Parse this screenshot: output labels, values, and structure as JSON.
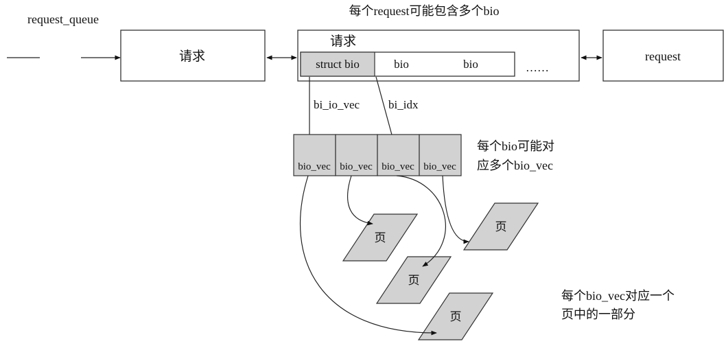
{
  "labels": {
    "request_queue": "request_queue",
    "top_caption": "每个request可能包含多个bio",
    "request_box_left": "请求",
    "request_box_inner_title": "请求",
    "struct_bio": "struct bio",
    "bio_1": "bio",
    "bio_2": "bio",
    "ellipsis": "……",
    "request_box_right": "request",
    "bi_io_vec": "bi_io_vec",
    "bi_idx": "bi_idx",
    "bio_vec_caption_line1": "每个bio可能对",
    "bio_vec_caption_line2": "应多个bio_vec",
    "page_caption_line1": "每个bio_vec对应一个",
    "page_caption_line2": "页中的一部分"
  },
  "bio_vec_cells": [
    "bio_vec",
    "bio_vec",
    "bio_vec",
    "bio_vec"
  ],
  "pages": [
    "页",
    "页",
    "页",
    "页"
  ],
  "colors": {
    "grey_fill": "#d2d2d2",
    "stroke": "#333333"
  }
}
